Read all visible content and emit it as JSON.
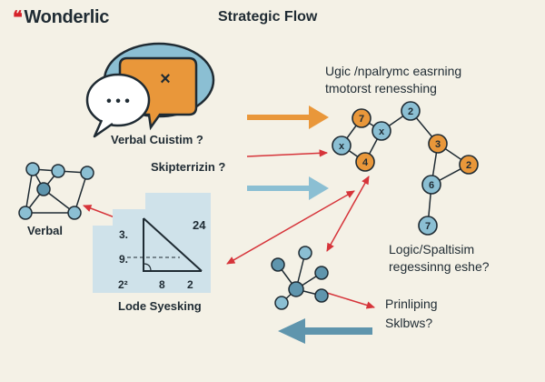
{
  "brand": {
    "name": "Wonderlic",
    "mark_icon": "wonderlic-logo-mark-icon",
    "accent": "#d6222a"
  },
  "title": "Strategic Flow",
  "labels": {
    "verbal_cuistim": "Verbal Cuistim ?",
    "skipterrizin": "Skipterrizin ?",
    "verbal": "Verbal",
    "lode_syesking": "Lode Syesking",
    "ugic_line1": "Ugic /npalrymc easrning",
    "ugic_line2": "tmotorst renesshing",
    "logic_line1": "Logic/Spaltisim",
    "logic_line2": "regessinng eshe?",
    "prinliping": "Prinliping",
    "sklbws": "Sklbws?"
  },
  "geometry_card": {
    "n24": "24",
    "n3": "3.",
    "n9": "9.",
    "n22": "2²",
    "n8": "8",
    "n2": "2"
  },
  "bubbles": {
    "orange_symbol": "×",
    "dots": "• • •"
  },
  "graph_nodes": [
    {
      "label": "7",
      "color": "orange"
    },
    {
      "label": "x",
      "color": "blue"
    },
    {
      "label": "x",
      "color": "blue"
    },
    {
      "label": "4",
      "color": "orange"
    },
    {
      "label": "2",
      "color": "blue"
    },
    {
      "label": "3",
      "color": "orange"
    },
    {
      "label": "2",
      "color": "orange"
    },
    {
      "label": "6",
      "color": "blue"
    },
    {
      "label": "7",
      "color": "blue"
    }
  ],
  "colors": {
    "background": "#f4f1e6",
    "orange": "#e9973a",
    "blue": "#8bbfd3",
    "teal": "#5f95ad",
    "red": "#d6343a",
    "dark": "#1f2b33",
    "card": "#cfe2ea"
  }
}
